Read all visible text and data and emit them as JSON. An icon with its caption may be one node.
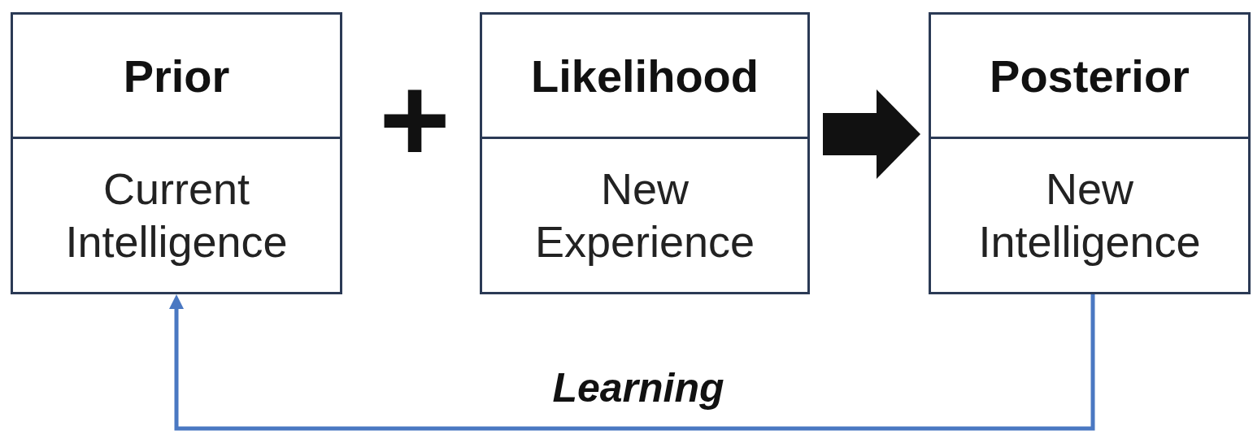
{
  "diagram": {
    "nodes": [
      {
        "text": [
          "Prior",
          "Current Intelligence"
        ]
      },
      {
        "text": [
          "Likelihood",
          "New Experience"
        ]
      },
      {
        "text": [
          "Posterior",
          "New Intelligence"
        ]
      }
    ],
    "edges": [
      {
        "from": 1,
        "to": 2,
        "arrow": "to",
        "style": "thick"
      },
      {
        "from": 2,
        "to": 0,
        "arrow": "to",
        "label": "Learning",
        "color": "#4a78c2"
      }
    ],
    "labels": [
      "+"
    ]
  }
}
